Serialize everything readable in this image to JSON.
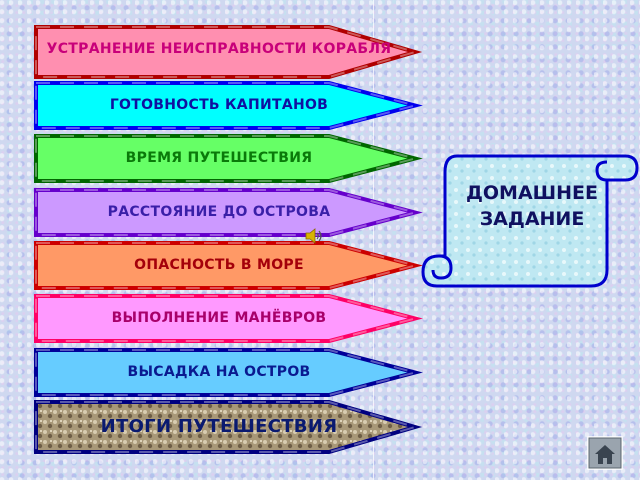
{
  "menu": {
    "items": [
      {
        "label": "УСТРАНЕНИЕ НЕИСПРАВНОСТИ КОРАБЛЯ",
        "fill": "#ff8fb0",
        "border": "#b00000"
      },
      {
        "label": "ГОТОВНОСТЬ КАПИТАНОВ",
        "fill": "#00ffff",
        "border": "#0000ee"
      },
      {
        "label": "ВРЕМЯ ПУТЕШЕСТВИЯ",
        "fill": "#66ff66",
        "border": "#006600"
      },
      {
        "label": "РАССТОЯНИЕ ДО ОСТРОВА",
        "fill": "#cc99ff",
        "border": "#6600cc"
      },
      {
        "label": "ОПАСНОСТЬ В МОРЕ",
        "fill": "#ff9966",
        "border": "#cc0000"
      },
      {
        "label": "ВЫПОЛНЕНИЕ МАНЁВРОВ",
        "fill": "#ff99ff",
        "border": "#ff0066"
      },
      {
        "label": "ВЫСАДКА НА ОСТРОВ",
        "fill": "#66ccff",
        "border": "#000099"
      },
      {
        "label": "ИТОГИ ПУТЕШЕСТВИЯ",
        "fill": "#a89878",
        "border": "#000080"
      }
    ]
  },
  "homework": {
    "label": "ДОМАШНЕЕ ЗАДАНИЕ",
    "fill": "#bfe8f2",
    "border": "#0000cc"
  },
  "icons": {
    "sound": "speaker-icon",
    "navigation": "home-button-icon"
  }
}
